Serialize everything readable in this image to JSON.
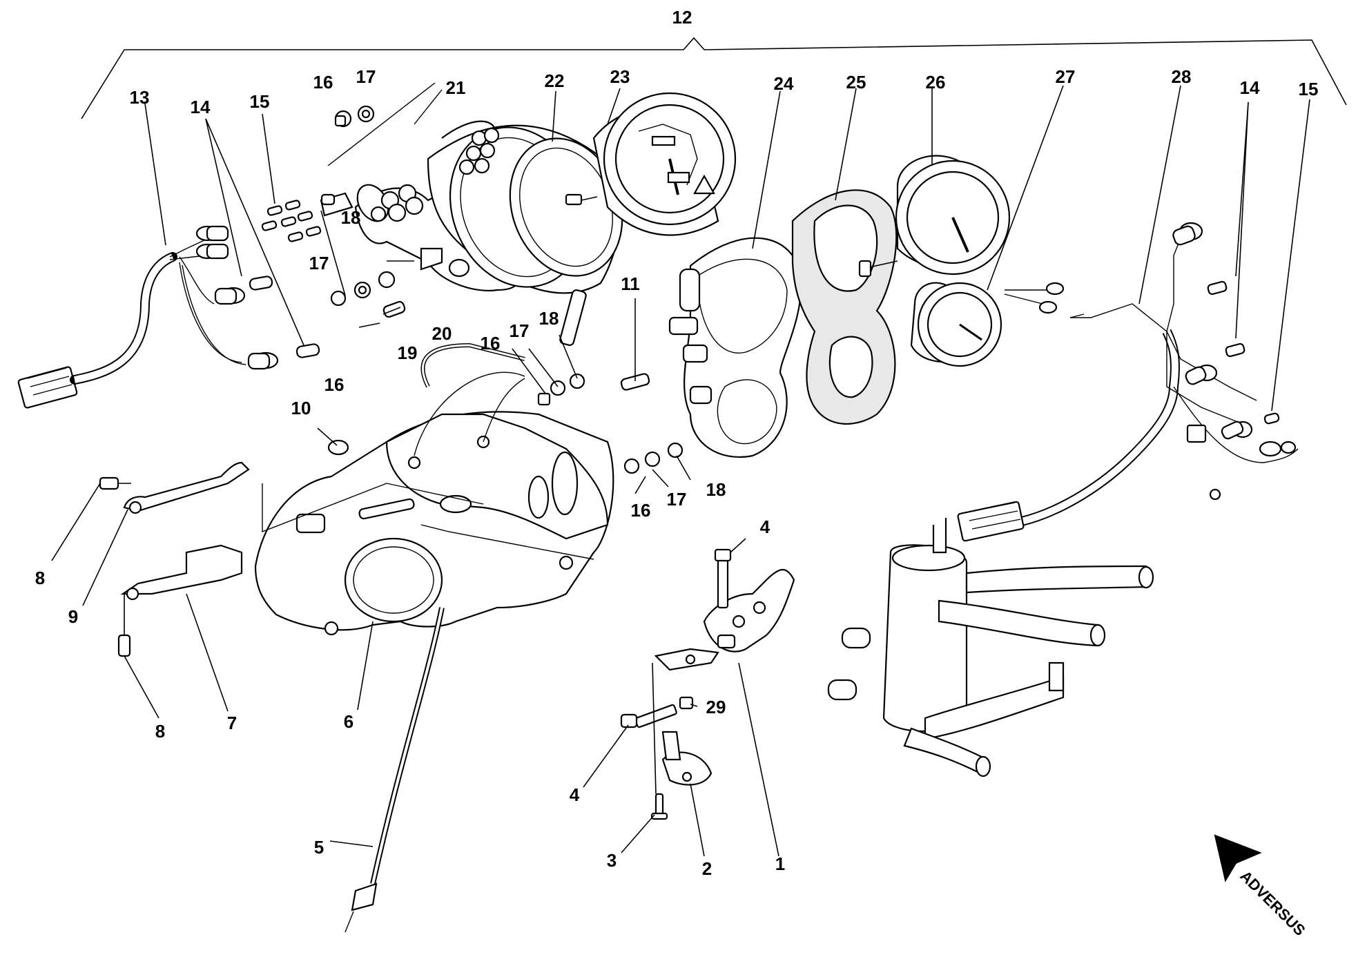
{
  "diagram": {
    "brand": "ADVERSUS",
    "callouts": [
      {
        "id": "c12",
        "text": "12"
      },
      {
        "id": "c13",
        "text": "13"
      },
      {
        "id": "c14a",
        "text": "14"
      },
      {
        "id": "c15a",
        "text": "15"
      },
      {
        "id": "c16a",
        "text": "16"
      },
      {
        "id": "c17a",
        "text": "17"
      },
      {
        "id": "c21",
        "text": "21"
      },
      {
        "id": "c22",
        "text": "22"
      },
      {
        "id": "c23",
        "text": "23"
      },
      {
        "id": "c24",
        "text": "24"
      },
      {
        "id": "c25",
        "text": "25"
      },
      {
        "id": "c26",
        "text": "26"
      },
      {
        "id": "c27",
        "text": "27"
      },
      {
        "id": "c28",
        "text": "28"
      },
      {
        "id": "c14b",
        "text": "14"
      },
      {
        "id": "c15b",
        "text": "15"
      },
      {
        "id": "c18a",
        "text": "18"
      },
      {
        "id": "c17b",
        "text": "17"
      },
      {
        "id": "c20",
        "text": "20"
      },
      {
        "id": "c19",
        "text": "19"
      },
      {
        "id": "c16b",
        "text": "16"
      },
      {
        "id": "c11",
        "text": "11"
      },
      {
        "id": "c16c",
        "text": "16"
      },
      {
        "id": "c17c",
        "text": "17"
      },
      {
        "id": "c18b",
        "text": "18"
      },
      {
        "id": "c10",
        "text": "10"
      },
      {
        "id": "c16d",
        "text": "16"
      },
      {
        "id": "c17d",
        "text": "17"
      },
      {
        "id": "c18c",
        "text": "18"
      },
      {
        "id": "c8a",
        "text": "8"
      },
      {
        "id": "c9",
        "text": "9"
      },
      {
        "id": "c8b",
        "text": "8"
      },
      {
        "id": "c7",
        "text": "7"
      },
      {
        "id": "c6",
        "text": "6"
      },
      {
        "id": "c4a",
        "text": "4"
      },
      {
        "id": "c29",
        "text": "29"
      },
      {
        "id": "c4b",
        "text": "4"
      },
      {
        "id": "c3",
        "text": "3"
      },
      {
        "id": "c2",
        "text": "2"
      },
      {
        "id": "c1",
        "text": "1"
      },
      {
        "id": "c5",
        "text": "5"
      }
    ]
  }
}
